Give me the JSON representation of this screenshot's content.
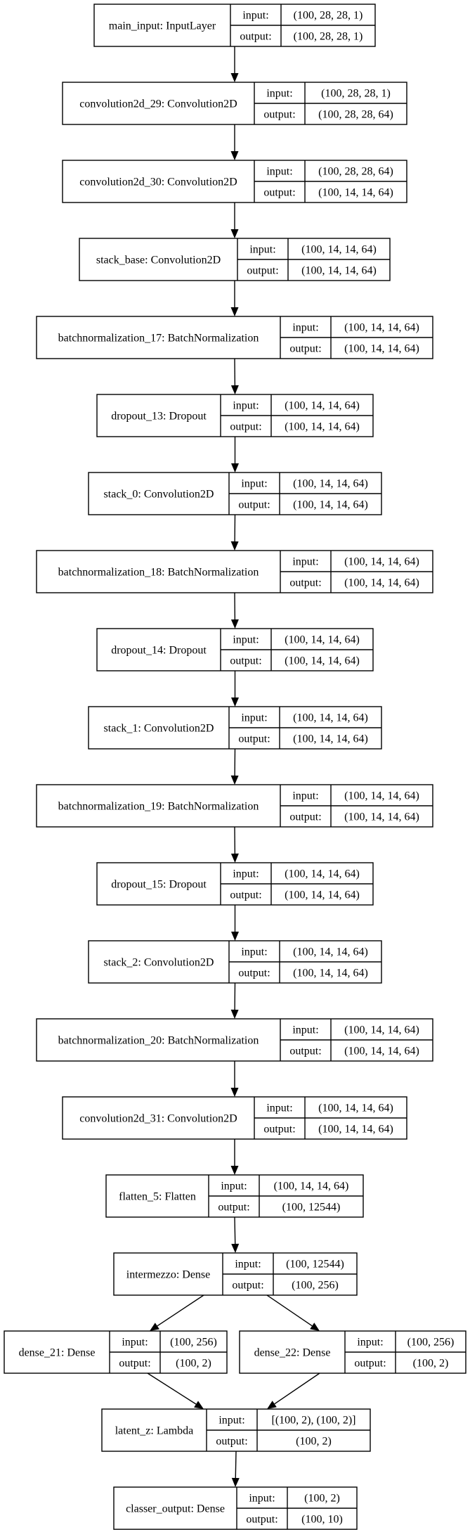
{
  "diagram": {
    "nodes": [
      {
        "id": "main_input",
        "label": "main_input: InputLayer",
        "input_label": "input:",
        "input": "(100, 28, 28, 1)",
        "output_label": "output:",
        "output": "(100, 28, 28, 1)"
      },
      {
        "id": "convolution2d_29",
        "label": "convolution2d_29: Convolution2D",
        "input_label": "input:",
        "input": "(100, 28, 28, 1)",
        "output_label": "output:",
        "output": "(100, 28, 28, 64)"
      },
      {
        "id": "convolution2d_30",
        "label": "convolution2d_30: Convolution2D",
        "input_label": "input:",
        "input": "(100, 28, 28, 64)",
        "output_label": "output:",
        "output": "(100, 14, 14, 64)"
      },
      {
        "id": "stack_base",
        "label": "stack_base: Convolution2D",
        "input_label": "input:",
        "input": "(100, 14, 14, 64)",
        "output_label": "output:",
        "output": "(100, 14, 14, 64)"
      },
      {
        "id": "batchnormalization_17",
        "label": "batchnormalization_17: BatchNormalization",
        "input_label": "input:",
        "input": "(100, 14, 14, 64)",
        "output_label": "output:",
        "output": "(100, 14, 14, 64)"
      },
      {
        "id": "dropout_13",
        "label": "dropout_13: Dropout",
        "input_label": "input:",
        "input": "(100, 14, 14, 64)",
        "output_label": "output:",
        "output": "(100, 14, 14, 64)"
      },
      {
        "id": "stack_0",
        "label": "stack_0: Convolution2D",
        "input_label": "input:",
        "input": "(100, 14, 14, 64)",
        "output_label": "output:",
        "output": "(100, 14, 14, 64)"
      },
      {
        "id": "batchnormalization_18",
        "label": "batchnormalization_18: BatchNormalization",
        "input_label": "input:",
        "input": "(100, 14, 14, 64)",
        "output_label": "output:",
        "output": "(100, 14, 14, 64)"
      },
      {
        "id": "dropout_14",
        "label": "dropout_14: Dropout",
        "input_label": "input:",
        "input": "(100, 14, 14, 64)",
        "output_label": "output:",
        "output": "(100, 14, 14, 64)"
      },
      {
        "id": "stack_1",
        "label": "stack_1: Convolution2D",
        "input_label": "input:",
        "input": "(100, 14, 14, 64)",
        "output_label": "output:",
        "output": "(100, 14, 14, 64)"
      },
      {
        "id": "batchnormalization_19",
        "label": "batchnormalization_19: BatchNormalization",
        "input_label": "input:",
        "input": "(100, 14, 14, 64)",
        "output_label": "output:",
        "output": "(100, 14, 14, 64)"
      },
      {
        "id": "dropout_15",
        "label": "dropout_15: Dropout",
        "input_label": "input:",
        "input": "(100, 14, 14, 64)",
        "output_label": "output:",
        "output": "(100, 14, 14, 64)"
      },
      {
        "id": "stack_2",
        "label": "stack_2: Convolution2D",
        "input_label": "input:",
        "input": "(100, 14, 14, 64)",
        "output_label": "output:",
        "output": "(100, 14, 14, 64)"
      },
      {
        "id": "batchnormalization_20",
        "label": "batchnormalization_20: BatchNormalization",
        "input_label": "input:",
        "input": "(100, 14, 14, 64)",
        "output_label": "output:",
        "output": "(100, 14, 14, 64)"
      },
      {
        "id": "convolution2d_31",
        "label": "convolution2d_31: Convolution2D",
        "input_label": "input:",
        "input": "(100, 14, 14, 64)",
        "output_label": "output:",
        "output": "(100, 14, 14, 64)"
      },
      {
        "id": "flatten_5",
        "label": "flatten_5: Flatten",
        "input_label": "input:",
        "input": "(100, 14, 14, 64)",
        "output_label": "output:",
        "output": "(100, 12544)"
      },
      {
        "id": "intermezzo",
        "label": "intermezzo: Dense",
        "input_label": "input:",
        "input": "(100, 12544)",
        "output_label": "output:",
        "output": "(100, 256)"
      },
      {
        "id": "dense_21",
        "label": "dense_21: Dense",
        "input_label": "input:",
        "input": "(100, 256)",
        "output_label": "output:",
        "output": "(100, 2)"
      },
      {
        "id": "dense_22",
        "label": "dense_22: Dense",
        "input_label": "input:",
        "input": "(100, 256)",
        "output_label": "output:",
        "output": "(100, 2)"
      },
      {
        "id": "latent_z",
        "label": "latent_z: Lambda",
        "input_label": "input:",
        "input": "[(100, 2), (100, 2)]",
        "output_label": "output:",
        "output": "(100, 2)"
      },
      {
        "id": "classer_output",
        "label": "classer_output: Dense",
        "input_label": "input:",
        "input": "(100, 2)",
        "output_label": "output:",
        "output": "(100, 10)"
      }
    ],
    "edges": [
      [
        "main_input",
        "convolution2d_29"
      ],
      [
        "convolution2d_29",
        "convolution2d_30"
      ],
      [
        "convolution2d_30",
        "stack_base"
      ],
      [
        "stack_base",
        "batchnormalization_17"
      ],
      [
        "batchnormalization_17",
        "dropout_13"
      ],
      [
        "dropout_13",
        "stack_0"
      ],
      [
        "stack_0",
        "batchnormalization_18"
      ],
      [
        "batchnormalization_18",
        "dropout_14"
      ],
      [
        "dropout_14",
        "stack_1"
      ],
      [
        "stack_1",
        "batchnormalization_19"
      ],
      [
        "batchnormalization_19",
        "dropout_15"
      ],
      [
        "dropout_15",
        "stack_2"
      ],
      [
        "stack_2",
        "batchnormalization_20"
      ],
      [
        "batchnormalization_20",
        "convolution2d_31"
      ],
      [
        "convolution2d_31",
        "flatten_5"
      ],
      [
        "flatten_5",
        "intermezzo"
      ],
      [
        "intermezzo",
        "dense_21"
      ],
      [
        "intermezzo",
        "dense_22"
      ],
      [
        "dense_21",
        "latent_z"
      ],
      [
        "dense_22",
        "latent_z"
      ],
      [
        "latent_z",
        "classer_output"
      ]
    ]
  }
}
